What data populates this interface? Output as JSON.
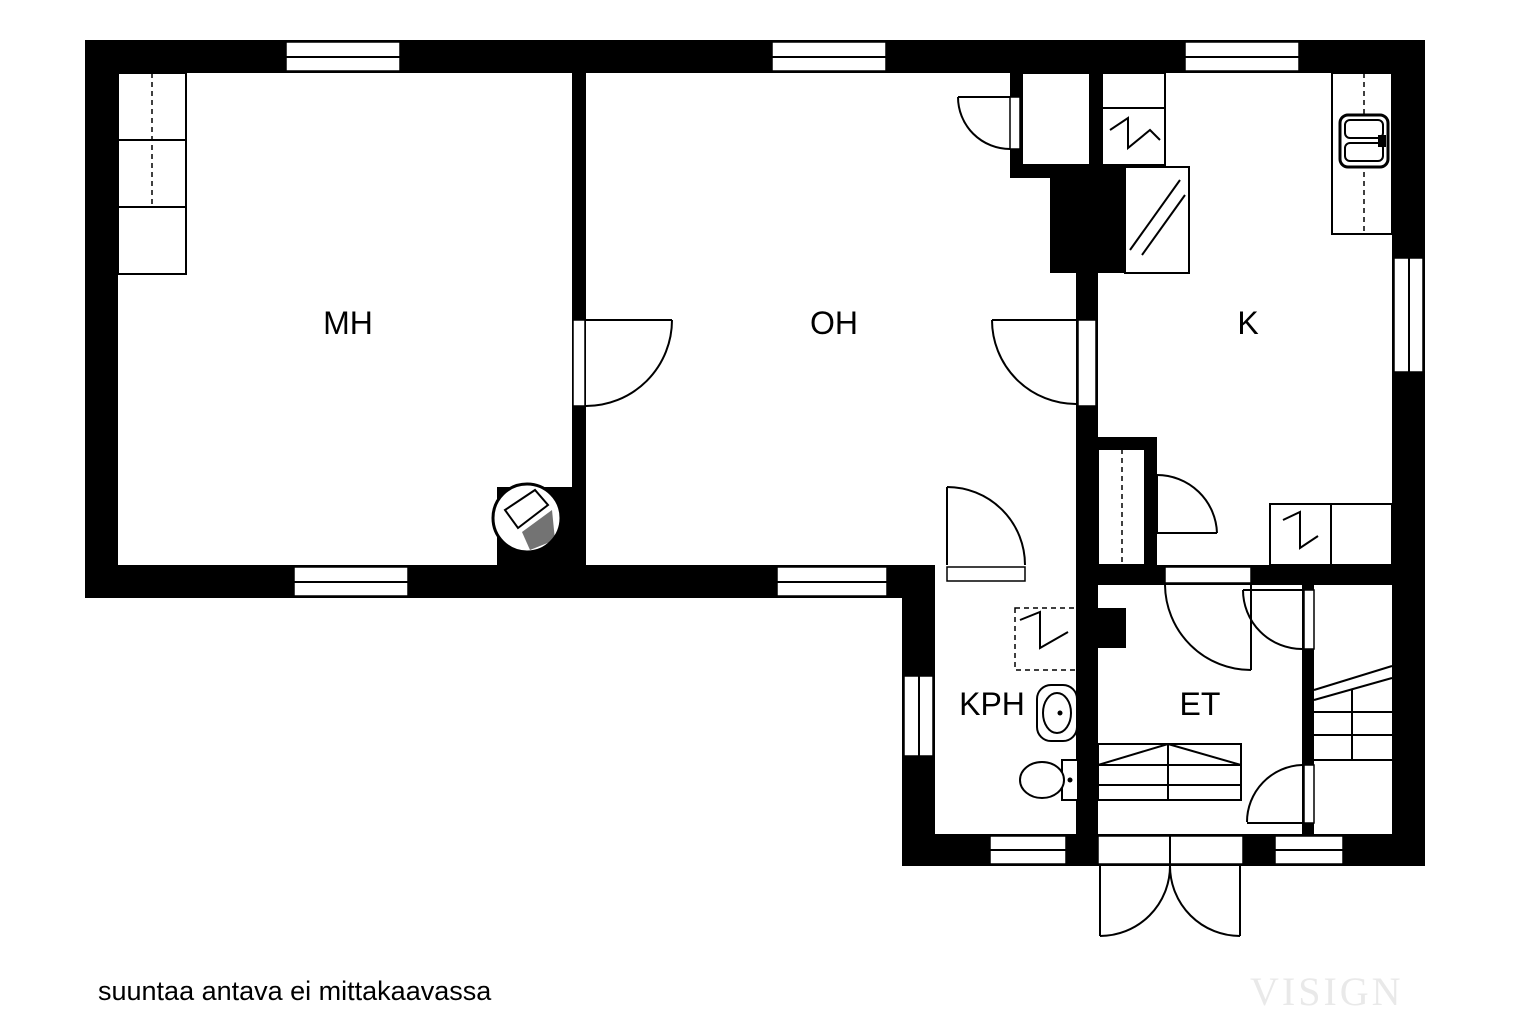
{
  "rooms": {
    "mh": "MH",
    "oh": "OH",
    "k": "K",
    "kph": "KPH",
    "et": "ET"
  },
  "note": "suuntaa antava ei mittakaavassa",
  "watermark": "VISIGN"
}
